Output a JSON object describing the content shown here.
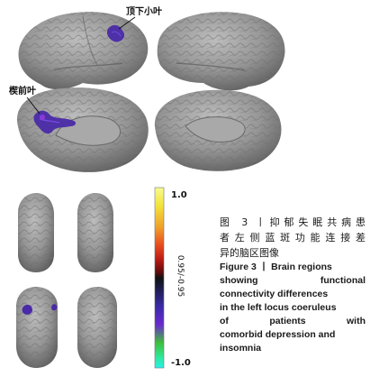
{
  "labels": {
    "region_top": "顶下小叶",
    "region_middle": "楔前叶"
  },
  "colorbar": {
    "max_label": "1.0",
    "min_label": "-1.0",
    "threshold_label": "0.95/-0.95",
    "stops": [
      "#f7fb90",
      "#f2e33a",
      "#f0a02a",
      "#e84a1e",
      "#b81a14",
      "#5e0c0a",
      "#111111",
      "#1a1a40",
      "#3a2aa8",
      "#6a2ad0",
      "#3fbf3a",
      "#2fe89a",
      "#2af0e8"
    ]
  },
  "colors": {
    "brain_surface": "#8f8f8f",
    "activation": "#4a2aa8"
  },
  "caption": {
    "zh_lines": [
      "图 3 丨抑郁失眠共病患",
      "者左侧蓝斑功能连接差",
      "异的脑区图像"
    ],
    "en_lines": [
      "Figure 3 丨 Brain regions",
      "showing functional",
      "connectivity differences",
      "in the left locus coeruleus",
      "of patients with",
      "comorbid depression and",
      "insomnia"
    ]
  }
}
